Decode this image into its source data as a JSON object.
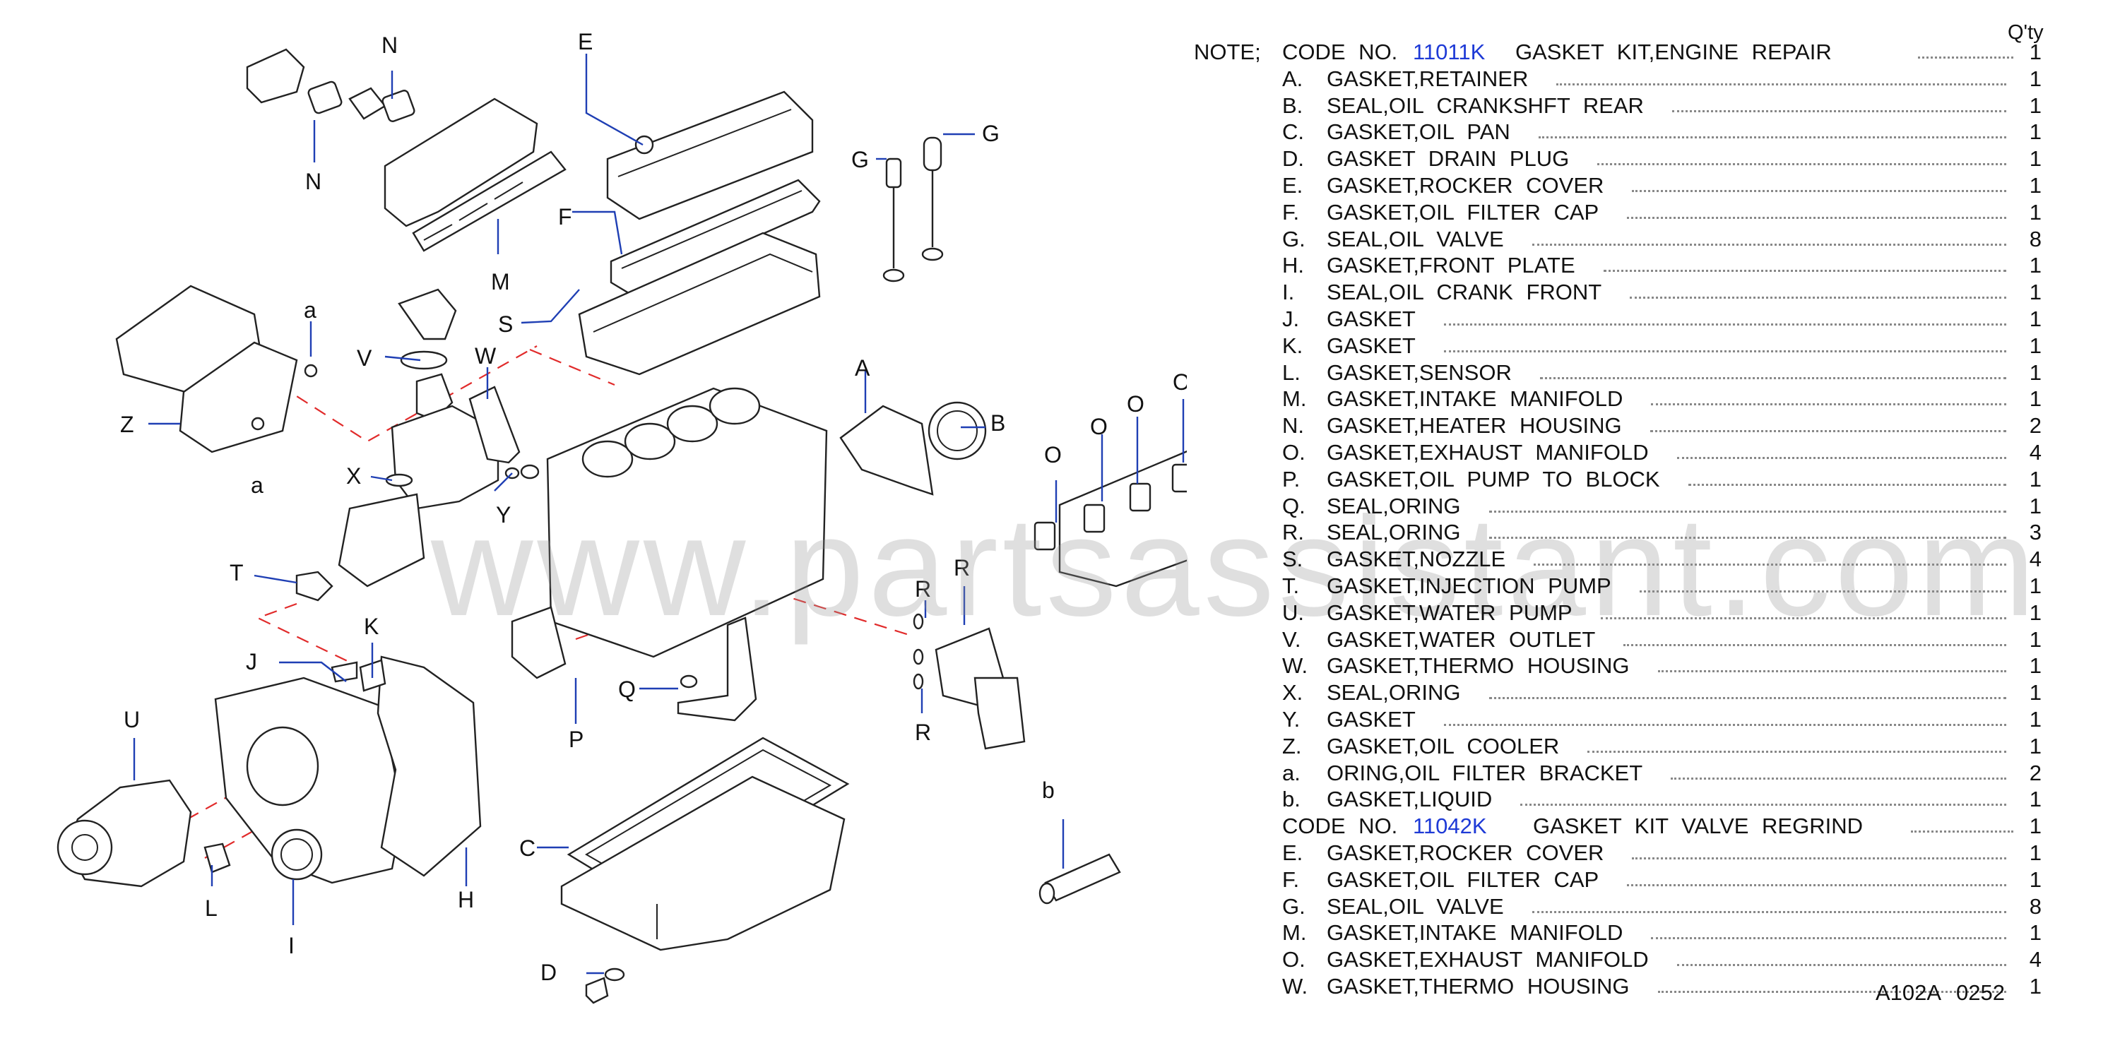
{
  "watermark": "www.partsassistant.com",
  "callouts": [
    "A",
    "B",
    "C",
    "D",
    "E",
    "F",
    "G",
    "G",
    "H",
    "I",
    "J",
    "K",
    "L",
    "M",
    "N",
    "N",
    "O",
    "O",
    "O",
    "O",
    "P",
    "Q",
    "R",
    "R",
    "R",
    "S",
    "T",
    "U",
    "V",
    "W",
    "X",
    "Y",
    "Z",
    "a",
    "a",
    "b"
  ],
  "parts_list": {
    "qty_header": "Q'ty",
    "note_label": "NOTE;",
    "kit1": {
      "code_word": "CODE  NO.",
      "code": "11011K",
      "description": "GASKET KIT,ENGINE REPAIR",
      "qty": "1",
      "items": [
        {
          "key": "A.",
          "desc": "GASKET,RETAINER",
          "qty": "1"
        },
        {
          "key": "B.",
          "desc": "SEAL,OIL CRANKSHFT REAR",
          "qty": "1"
        },
        {
          "key": "C.",
          "desc": "GASKET,OIL PAN",
          "qty": "1"
        },
        {
          "key": "D.",
          "desc": "GASKET DRAIN PLUG",
          "qty": "1"
        },
        {
          "key": "E.",
          "desc": "GASKET,ROCKER COVER",
          "qty": "1"
        },
        {
          "key": "F.",
          "desc": "GASKET,OIL FILTER CAP",
          "qty": "1"
        },
        {
          "key": "G.",
          "desc": "SEAL,OIL VALVE",
          "qty": "8"
        },
        {
          "key": "H.",
          "desc": "GASKET,FRONT PLATE",
          "qty": "1"
        },
        {
          "key": "I.",
          "desc": "SEAL,OIL CRANK FRONT",
          "qty": "1"
        },
        {
          "key": "J.",
          "desc": "GASKET",
          "qty": "1"
        },
        {
          "key": "K.",
          "desc": "GASKET",
          "qty": "1"
        },
        {
          "key": "L.",
          "desc": "GASKET,SENSOR",
          "qty": "1"
        },
        {
          "key": "M.",
          "desc": "GASKET,INTAKE MANIFOLD",
          "qty": "1"
        },
        {
          "key": "N.",
          "desc": "GASKET,HEATER HOUSING",
          "qty": "2"
        },
        {
          "key": "O.",
          "desc": "GASKET,EXHAUST MANIFOLD",
          "qty": "4"
        },
        {
          "key": "P.",
          "desc": "GASKET,OIL PUMP TO BLOCK",
          "qty": "1"
        },
        {
          "key": "Q.",
          "desc": "SEAL,ORING",
          "qty": "1"
        },
        {
          "key": "R.",
          "desc": "SEAL,ORING",
          "qty": "3"
        },
        {
          "key": "S.",
          "desc": "GASKET,NOZZLE",
          "qty": "4"
        },
        {
          "key": "T.",
          "desc": "GASKET,INJECTION PUMP",
          "qty": "1"
        },
        {
          "key": "U.",
          "desc": "GASKET,WATER PUMP",
          "qty": "1"
        },
        {
          "key": "V.",
          "desc": "GASKET,WATER OUTLET",
          "qty": "1"
        },
        {
          "key": "W.",
          "desc": "GASKET,THERMO HOUSING",
          "qty": "1"
        },
        {
          "key": "X.",
          "desc": "SEAL,ORING",
          "qty": "1"
        },
        {
          "key": "Y.",
          "desc": "GASKET",
          "qty": "1"
        },
        {
          "key": "Z.",
          "desc": "GASKET,OIL COOLER",
          "qty": "1"
        },
        {
          "key": "a.",
          "desc": "ORING,OIL FILTER BRACKET",
          "qty": "2"
        },
        {
          "key": "b.",
          "desc": "GASKET,LIQUID",
          "qty": "1"
        }
      ]
    },
    "kit2": {
      "code_word": "CODE  NO.",
      "code": "11042K",
      "description": "GASKET KIT VALVE REGRIND",
      "qty": "1",
      "items": [
        {
          "key": "E.",
          "desc": "GASKET,ROCKER COVER",
          "qty": "1"
        },
        {
          "key": "F.",
          "desc": "GASKET,OIL FILTER CAP",
          "qty": "1"
        },
        {
          "key": "G.",
          "desc": "SEAL,OIL VALVE",
          "qty": "8"
        },
        {
          "key": "M.",
          "desc": "GASKET,INTAKE MANIFOLD",
          "qty": "1"
        },
        {
          "key": "O.",
          "desc": "GASKET,EXHAUST MANIFOLD",
          "qty": "4"
        },
        {
          "key": "W.",
          "desc": "GASKET,THERMO HOUSING",
          "qty": "1"
        }
      ]
    },
    "footer": "A102A 0252"
  }
}
